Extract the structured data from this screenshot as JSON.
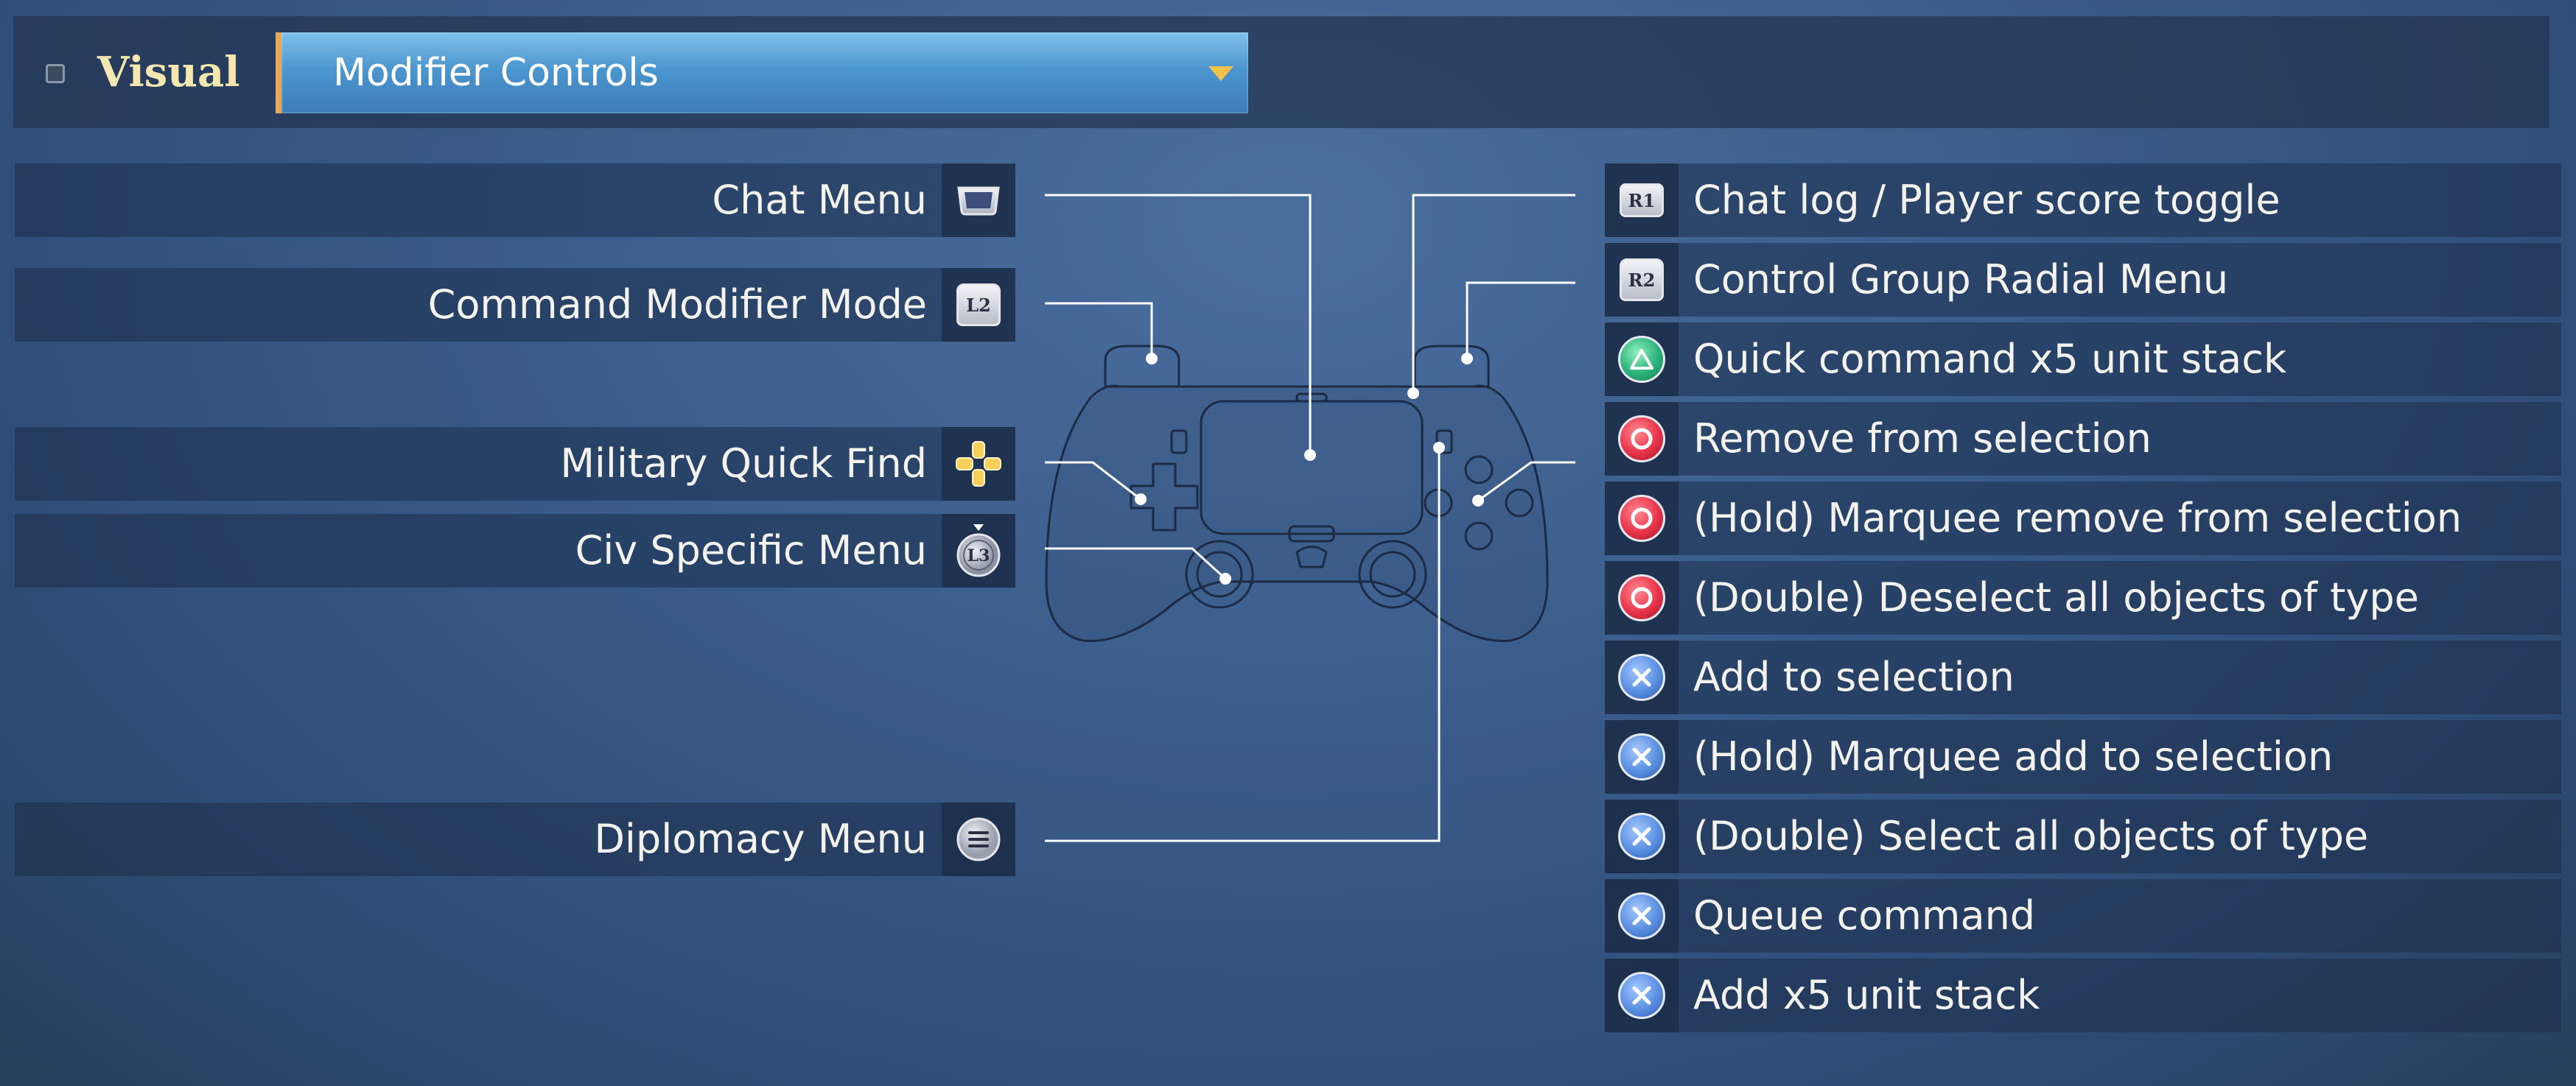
{
  "header": {
    "section_label": "Visual",
    "dropdown_value": "Modifier Controls"
  },
  "left_bindings": [
    {
      "label": "Chat Menu",
      "icon": "touchpad-icon"
    },
    {
      "label": "Command Modifier Mode",
      "icon": "l2-icon",
      "glyph": "L2"
    },
    {
      "label": "Military Quick Find",
      "icon": "dpad-icon"
    },
    {
      "label": "Civ Specific Menu",
      "icon": "l3-icon",
      "glyph": "L3"
    },
    {
      "label": "Diplomacy Menu",
      "icon": "options-icon"
    }
  ],
  "right_bindings": [
    {
      "label": "Chat log / Player score toggle",
      "icon": "r1-icon",
      "glyph": "R1"
    },
    {
      "label": "Control Group Radial Menu",
      "icon": "r2-icon",
      "glyph": "R2"
    },
    {
      "label": "Quick command x5 unit stack",
      "icon": "triangle-icon"
    },
    {
      "label": "Remove from selection",
      "icon": "circle-icon"
    },
    {
      "label": "(Hold) Marquee remove from selection",
      "icon": "circle-icon"
    },
    {
      "label": "(Double) Deselect all objects of type",
      "icon": "circle-icon"
    },
    {
      "label": "Add to selection",
      "icon": "cross-icon"
    },
    {
      "label": "(Hold) Marquee add to selection",
      "icon": "cross-icon"
    },
    {
      "label": "(Double) Select all objects of type",
      "icon": "cross-icon"
    },
    {
      "label": "Queue command",
      "icon": "cross-icon"
    },
    {
      "label": "Add x5 unit stack",
      "icon": "cross-icon"
    }
  ],
  "colors": {
    "accent_gold": "#f4e7b0",
    "dropdown_blue": "#4c96cf",
    "circle_red": "#e8344a",
    "cross_blue": "#5a8fe0",
    "triangle_green": "#2bb27a"
  }
}
